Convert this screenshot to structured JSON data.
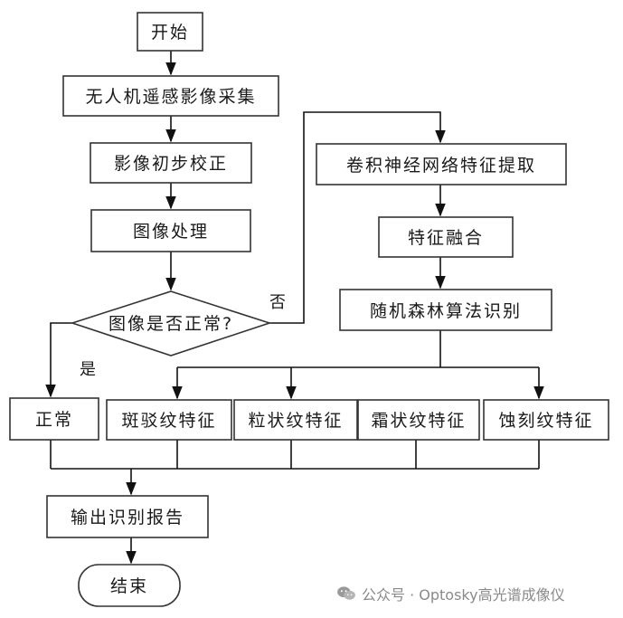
{
  "nodes": {
    "start": "开始",
    "acquire": "无人机遥感影像采集",
    "correct": "影像初步校正",
    "process": "图像处理",
    "decision": "图像是否正常?",
    "cnn": "卷积神经网络特征提取",
    "fusion": "特征融合",
    "rf": "随机森林算法识别",
    "normal": "正常",
    "f1": "斑驳纹特征",
    "f2": "粒状纹特征",
    "f3": "霜状纹特征",
    "f4": "蚀刻纹特征",
    "report": "输出识别报告",
    "end": "结束"
  },
  "edge_labels": {
    "no": "否",
    "yes": "是"
  },
  "watermark": {
    "text": "公众号 · Optosky高光谱成像仪",
    "icon": "wechat-icon"
  },
  "colors": {
    "stroke": "#333333",
    "text": "#1a1a1a",
    "watermark": "#8a8a8a"
  }
}
